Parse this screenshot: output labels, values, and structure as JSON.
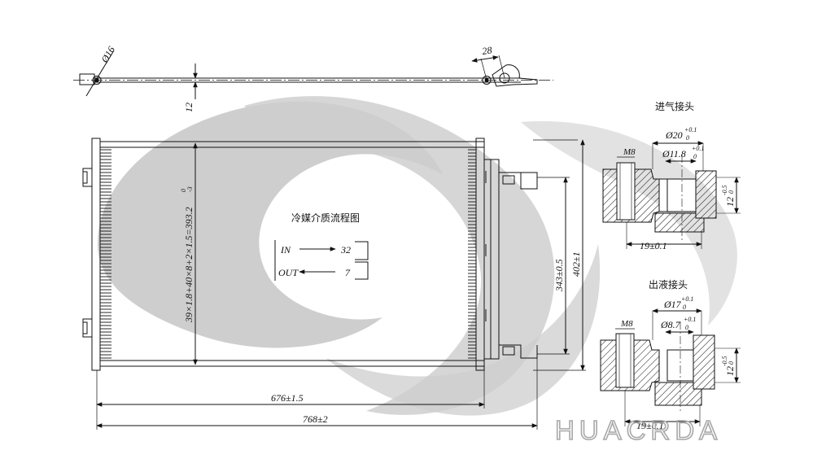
{
  "top_view": {
    "dia_label": "Ø16",
    "width_label": "28",
    "thickness_label": "12"
  },
  "core_view": {
    "height_spec": "39×1.8+40×8+2×1.5=393.2",
    "height_tol_top": "0",
    "height_tol_bottom": "-3",
    "receiver_height": "343±0.5",
    "total_height": "402±1",
    "core_width": "676±1.5",
    "total_width": "768±2"
  },
  "flow_chart": {
    "title": "冷媒介质流程图",
    "in_label": "IN",
    "in_value": "32",
    "out_label": "OUT",
    "out_value": "7"
  },
  "inlet_fitting": {
    "title": "进气接头",
    "thread": "M8",
    "outer_dia": "Ø20",
    "outer_tol_top": "+0.1",
    "outer_tol_bottom": "0",
    "inner_dia": "Ø11.8",
    "inner_tol_top": "+0.1",
    "inner_tol_bottom": "0",
    "height": "12",
    "height_tol_top": "-0.5",
    "height_tol_bottom": "0",
    "length": "19±0.1"
  },
  "outlet_fitting": {
    "title": "出液接头",
    "thread": "M8",
    "outer_dia": "Ø17",
    "outer_tol_top": "+0.1",
    "outer_tol_bottom": "0",
    "inner_dia": "Ø8.7",
    "inner_tol_top": "+0.1",
    "inner_tol_bottom": "0",
    "height": "12",
    "height_tol_top": "-0.5",
    "height_tol_bottom": "0",
    "length": "19±0.1"
  },
  "brand": "HUACRDA",
  "colors": {
    "line": "#111111",
    "watermark": "#c9c9c9",
    "brand_outline": "#a8a8a8"
  }
}
